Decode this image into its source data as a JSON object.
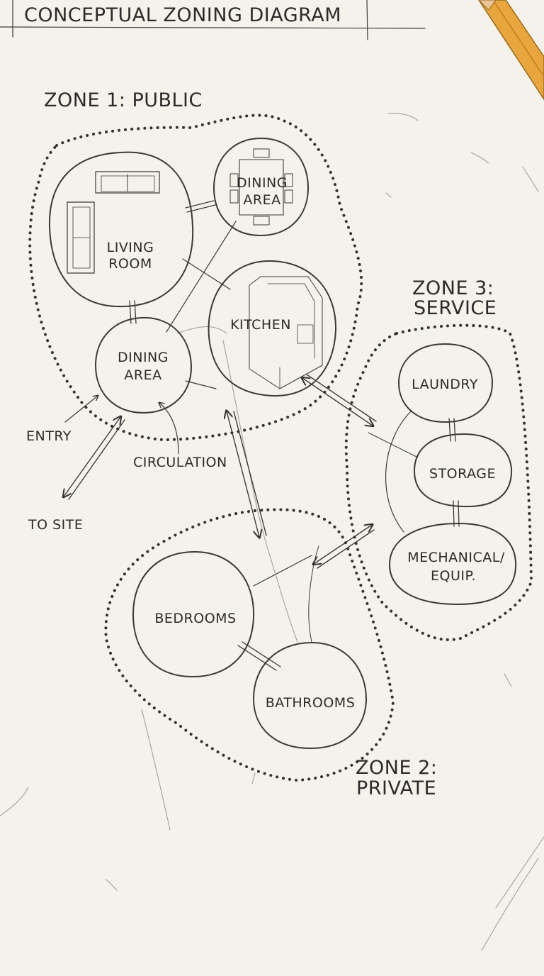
{
  "title": "CONCEPTUAL ZONING DIAGRAM",
  "zones": {
    "public": {
      "label_line1": "ZONE 1: PUBLIC"
    },
    "service": {
      "label_line1": "ZONE 3:",
      "label_line2": "SERVICE"
    },
    "private": {
      "label_line1": "ZONE 2:",
      "label_line2": "PRIVATE"
    }
  },
  "rooms": {
    "living_room": {
      "line1": "LIVING",
      "line2": "ROOM"
    },
    "dining_top": {
      "line1": "DINING",
      "line2": "AREA"
    },
    "dining_bottom": {
      "line1": "DINING",
      "line2": "AREA"
    },
    "kitchen": {
      "line1": "KITCHEN"
    },
    "laundry": {
      "line1": "LAUNDRY"
    },
    "storage": {
      "line1": "STORAGE"
    },
    "mechanical": {
      "line1": "MECHANICAL/",
      "line2": "EQUIP."
    },
    "bedrooms": {
      "line1": "BEDROOMS"
    },
    "bathrooms": {
      "line1": "BATHROOMS"
    }
  },
  "annotations": {
    "entry": "ENTRY",
    "circulation": "CIRCULATION",
    "to_site": "TO SITE"
  },
  "colors": {
    "paper": "#f4f2ea",
    "ink": "#3a3a3a",
    "pencil_body": "#e8a63c",
    "pencil_wood": "#e9c79a"
  }
}
